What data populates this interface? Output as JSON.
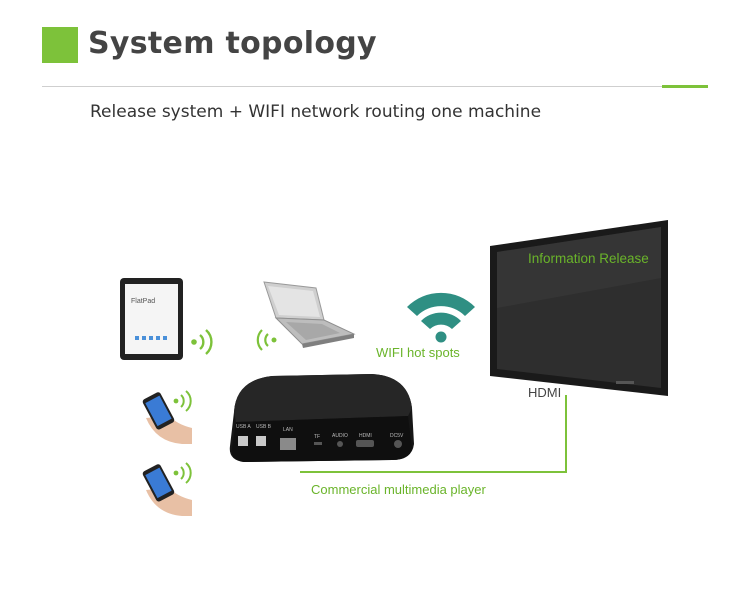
{
  "header": {
    "title": "System topology",
    "subtitle": "Release system + WIFI network routing one machine"
  },
  "diagram": {
    "tv_label": "Information Release",
    "wifi_label": "WIFI hot spots",
    "hdmi_label": "HDMI",
    "player_label": "Commercial multimedia player",
    "tablet_brand": "FlatPad",
    "ports": [
      "USB A",
      "USB B",
      "LAN",
      "TF",
      "AUDIO",
      "HDMI",
      "DC5V"
    ]
  },
  "colors": {
    "accent": "#7dc23a",
    "wifi_icon": "#2f8f83",
    "label_green": "#6ab42a"
  }
}
